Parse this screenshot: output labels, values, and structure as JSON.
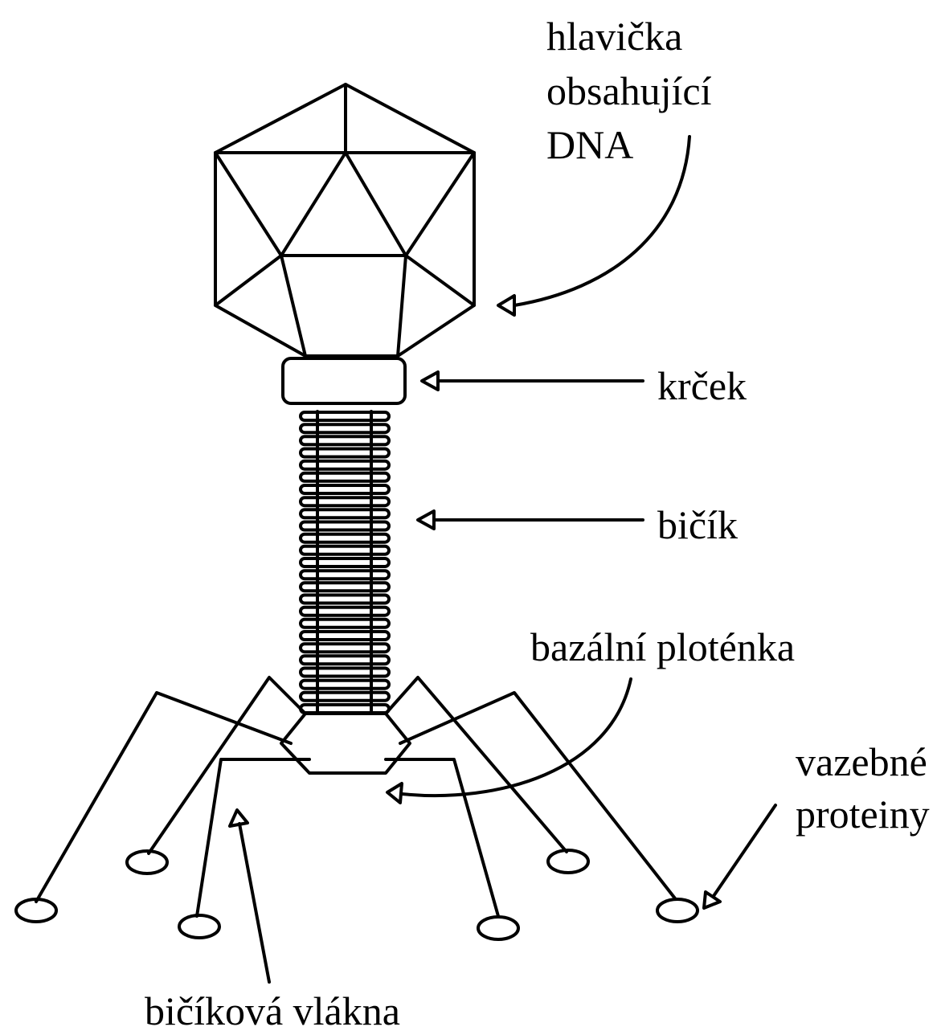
{
  "labels": {
    "head_line1": "hlavička",
    "head_line2": "obsahující",
    "head_line3": "DNA",
    "collar": "krček",
    "tail": "bičík",
    "baseplate": "bazální ploténka",
    "proteins_line1": "vazebné",
    "proteins_line2": "proteiny",
    "fibers": "bičíková vlákna"
  }
}
